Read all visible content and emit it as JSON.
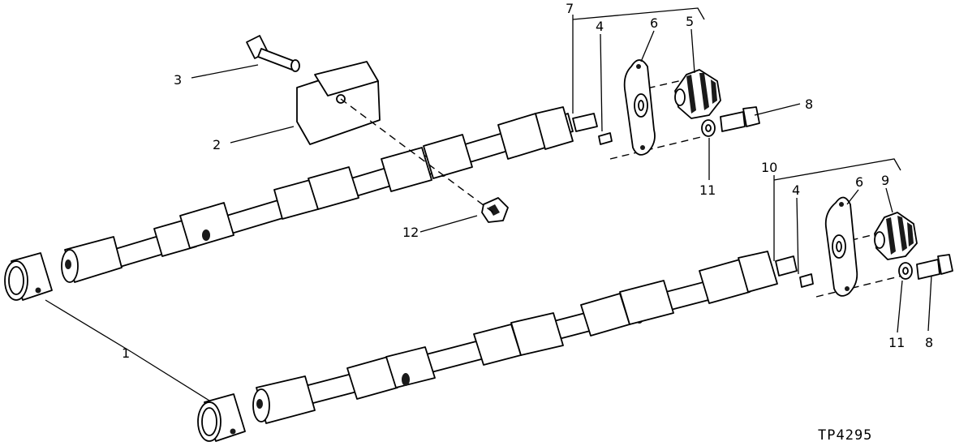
{
  "figure_code": "TP4295",
  "callouts": {
    "c1": "1",
    "c2": "2",
    "c3": "3",
    "c4a": "4",
    "c4b": "4",
    "c5": "5",
    "c6a": "6",
    "c6b": "6",
    "c7": "7",
    "c8a": "8",
    "c8b": "8",
    "c9": "9",
    "c10": "10",
    "c11a": "11",
    "c11b": "11",
    "c12": "12"
  }
}
